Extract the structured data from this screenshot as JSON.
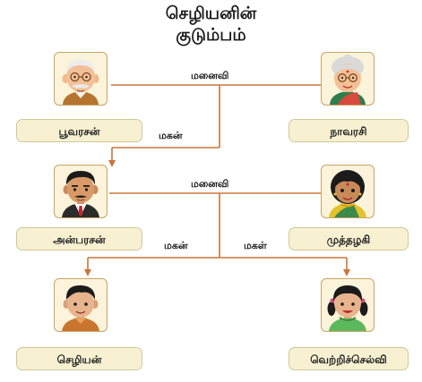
{
  "title": {
    "line1": "செழியனின்",
    "line2": "குடும்பம்"
  },
  "relations": {
    "wife_1": "மனைவி",
    "son_1": "மகன்",
    "wife_2": "மனைவி",
    "son_2": "மகன்",
    "daughter_2": "மகள்"
  },
  "people": {
    "grandfather": "பூவரசன்",
    "grandmother": "நாவரசி",
    "father": "அன்பரசன்",
    "mother": "முத்தழகி",
    "son": "செழியன்",
    "daughter": "வெற்றிச்செல்வி"
  },
  "icons": {
    "grandfather": "grandfather-portrait-icon",
    "grandmother": "grandmother-portrait-icon",
    "father": "father-portrait-icon",
    "mother": "mother-portrait-icon",
    "son": "son-portrait-icon",
    "daughter": "daughter-portrait-icon"
  },
  "colors": {
    "connector": "#c8763a",
    "frame_border": "#c9a46a",
    "name_box": "#f7f1d2"
  }
}
